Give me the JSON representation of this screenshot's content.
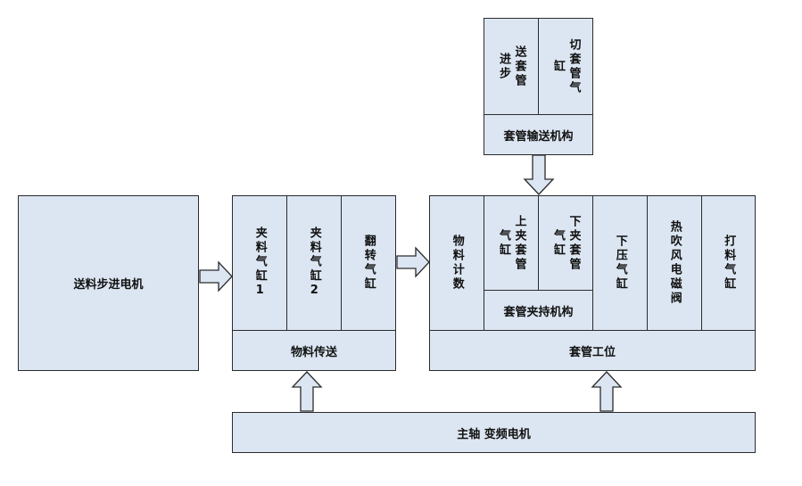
{
  "blocks": {
    "feed_stepper_motor": "送料步进电机",
    "clamp_cylinder_1": "夹料气缸1",
    "clamp_cylinder_2": "夹料气缸2",
    "flip_cylinder": "翻转气缸",
    "material_transfer": "物料传送",
    "material_count": "物料计数",
    "upper_clamp_cylinder": "上夹套管\n气缸",
    "lower_clamp_cylinder": "下夹套管\n气缸",
    "sleeve_clamp_mechanism": "套管夹持机构",
    "press_cylinder": "下压气缸",
    "hot_air_valve": "热吹风电磁阀",
    "strike_cylinder": "打料气缸",
    "sleeve_station": "套管工位",
    "sleeve_feed_stepper": "送套管\n进步",
    "sleeve_cut_cylinder": "切套管气\n缸",
    "sleeve_conveying_mechanism": "套管输送机构",
    "spindle_motor": "主轴 变频电机"
  },
  "colors": {
    "block_fill": "#dce6f2",
    "stroke": "#2b2b2b",
    "arrow_fill": "#dce6f2"
  }
}
